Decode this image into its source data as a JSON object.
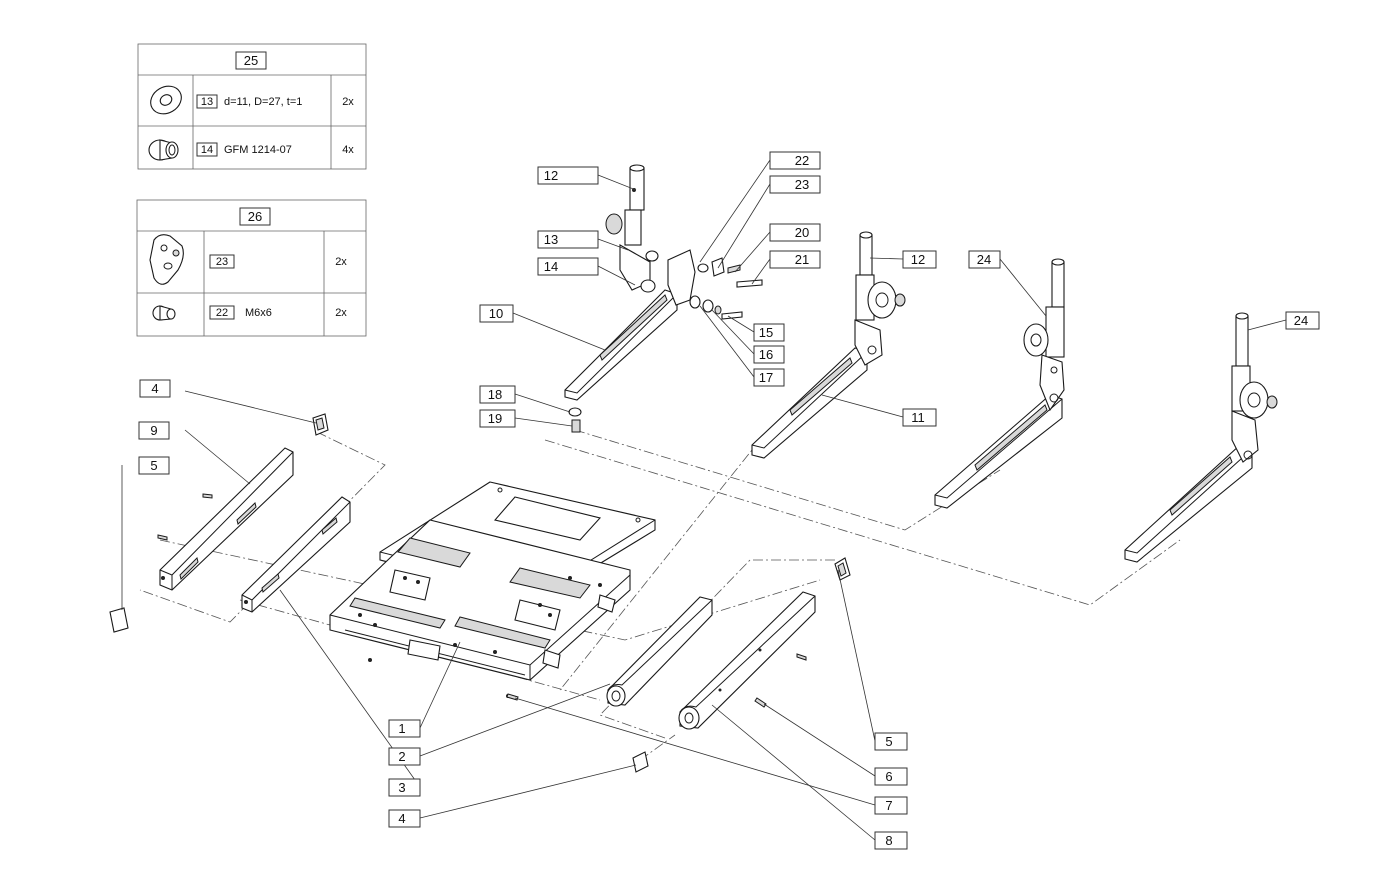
{
  "tables": {
    "kit25": {
      "title": "25",
      "rows": [
        {
          "ref": "13",
          "desc": "d=11, D=27, t=1",
          "qty": "2x",
          "icon": "washer-icon"
        },
        {
          "ref": "14",
          "desc": "GFM 1214-07",
          "qty": "4x",
          "icon": "bushing-icon"
        }
      ]
    },
    "kit26": {
      "title": "26",
      "rows": [
        {
          "ref": "23",
          "desc": "",
          "qty": "2x",
          "icon": "cam-plate-icon"
        },
        {
          "ref": "22",
          "desc": "M6x6",
          "qty": "2x",
          "icon": "set-screw-icon"
        }
      ]
    }
  },
  "callouts": {
    "c1": "1",
    "c2": "2",
    "c3": "3",
    "c4a": "4",
    "c4b": "4",
    "c5a": "5",
    "c5b": "5",
    "c6": "6",
    "c7": "7",
    "c8": "8",
    "c9": "9",
    "c10": "10",
    "c11": "11",
    "c12a": "12",
    "c12b": "12",
    "c13": "13",
    "c14": "14",
    "c15": "15",
    "c16": "16",
    "c17": "17",
    "c18": "18",
    "c19": "19",
    "c20": "20",
    "c21": "21",
    "c22": "22",
    "c23": "23",
    "c24a": "24",
    "c24b": "24"
  }
}
